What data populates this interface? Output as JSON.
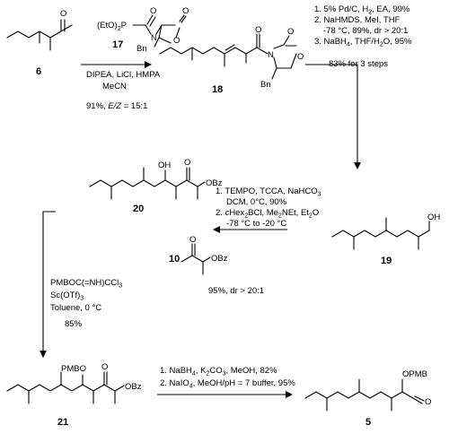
{
  "compounds": {
    "c6": "6",
    "c17": "17",
    "c18": "18",
    "c19": "19",
    "c20": "20",
    "c10": "10",
    "c21": "21",
    "c5": "5"
  },
  "atoms": {
    "O": "O",
    "N": "N",
    "OH": "OH",
    "OBz": "OBz",
    "Bn": "Bn",
    "PMBO": "PMBO",
    "OPMB": "OPMB",
    "EtO2P_a": "(EtO)",
    "EtO2P_b": "2",
    "EtO2P_c": "P"
  },
  "reactions": {
    "step1": {
      "reagents": "DIPEA, LiCl, HMPA",
      "solvent": "MeCN",
      "yield_prefix": "91%, ",
      "yield_ez": "E/Z",
      "yield_suffix": " = 15:1"
    },
    "step2": {
      "l1": "1. 5% Pd/C, H",
      "l1_sub": "2",
      "l1_end": ", EA, 99%",
      "l2": "2. NaHMDS, MeI, THF",
      "l3": "-78 °C, 89%, dr > 20:1",
      "l4": "3. NaBH",
      "l4_sub": "4",
      "l4_end": ", THF/H",
      "l4_sub2": "2",
      "l4_end2": "O, 95%",
      "overall": "83% for 3 steps"
    },
    "step3": {
      "l1": "1. TEMPO, TCCA, NaHCO",
      "l1_sub": "3",
      "l2": "DCM, 0°C, 90%",
      "l3a": "2. ",
      "l3_it": "c",
      "l3b": "Hex",
      "l3_sub": "2",
      "l3c": "BCl, Me",
      "l3_sub2": "2",
      "l3d": "NEt, Et",
      "l3_sub3": "2",
      "l3e": "O",
      "l4": "-78 °C to -20 °C",
      "yield": "95%, dr > 20:1"
    },
    "step4": {
      "l1": "PMBOC(=NH)CCl",
      "l1_sub": "3",
      "l2": "Sc(OTf)",
      "l2_sub": "3",
      "l3": "Toluene, 0 °C",
      "yield": "85%"
    },
    "step5": {
      "l1": "1. NaBH",
      "l1_sub": "4",
      "l1b": ", K",
      "l1_sub2": "2",
      "l1c": "CO",
      "l1_sub3": "3",
      "l1d": ", MeOH, 82%",
      "l2": "2. NaIO",
      "l2_sub": "4",
      "l2b": ", MeOH/pH = 7 buffer, 95%"
    }
  }
}
